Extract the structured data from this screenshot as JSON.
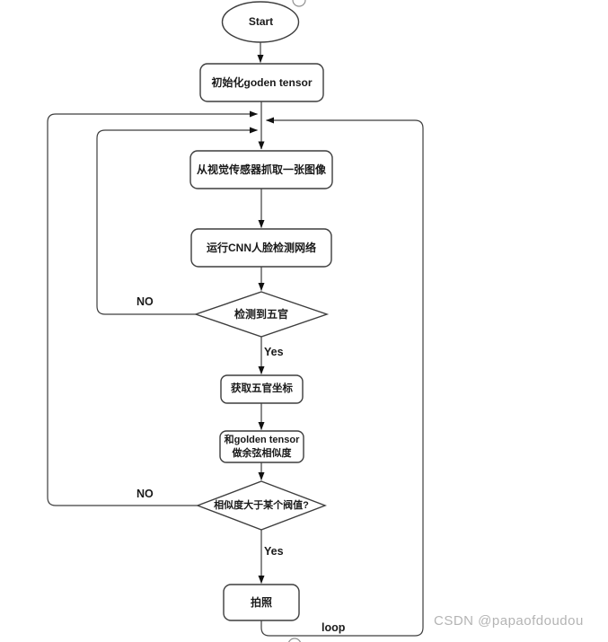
{
  "diagram": {
    "type": "flowchart",
    "nodes": {
      "start": "Start",
      "init": "初始化goden tensor",
      "capture": "从视觉传感器抓取一张图像",
      "run_cnn": "运行CNN人脸检测网络",
      "detect_decision": "检测到五官",
      "get_coords": "获取五官坐标",
      "cosine": "和golden tensor\n做余弦相似度",
      "threshold_decision": "相似度大于某个阀值?",
      "take_photo": "拍照"
    },
    "edge_labels": {
      "detect_no": "NO",
      "detect_yes": "Yes",
      "threshold_no": "NO",
      "threshold_yes": "Yes",
      "loop": "loop"
    },
    "watermark": "CSDN @papaofdoudou",
    "colors": {
      "shape_stroke": "#3d3d3d",
      "edge_stroke": "#3d3d3d",
      "arrowhead": "#111111",
      "text": "#1a1a1a",
      "watermark": "#b4b4b4",
      "background": "#ffffff"
    }
  }
}
